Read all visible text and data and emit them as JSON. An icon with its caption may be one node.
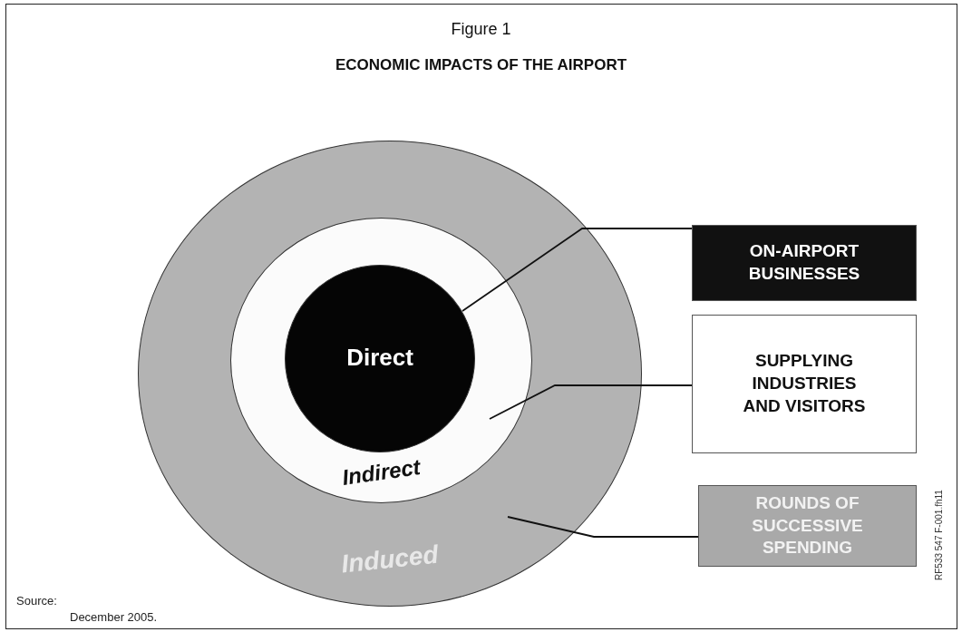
{
  "diagram": {
    "title": "ECONOMIC IMPACTS OF THE AIRPORT",
    "nodes": [
      {
        "text": [
          "Induced"
        ]
      },
      {
        "text": [
          "Indirect"
        ],
        "in": 0
      },
      {
        "text": [
          "Direct"
        ],
        "in": 1
      },
      {
        "text": [
          "ON-AIRPORT BUSINESSES"
        ]
      },
      {
        "text": [
          "SUPPLYING INDUSTRIES AND VISITORS"
        ]
      },
      {
        "text": [
          "ROUNDS OF SUCCESSIVE SPENDING"
        ]
      }
    ],
    "edges": [
      {
        "from": 3,
        "to": 2,
        "arrow": "none"
      },
      {
        "from": 4,
        "to": 1,
        "arrow": "none"
      },
      {
        "from": 5,
        "to": 0,
        "arrow": "none"
      }
    ],
    "labels": [
      "Figure 1",
      "Source:",
      "December 2005.",
      "RF533 547 F-001.fh11"
    ]
  }
}
